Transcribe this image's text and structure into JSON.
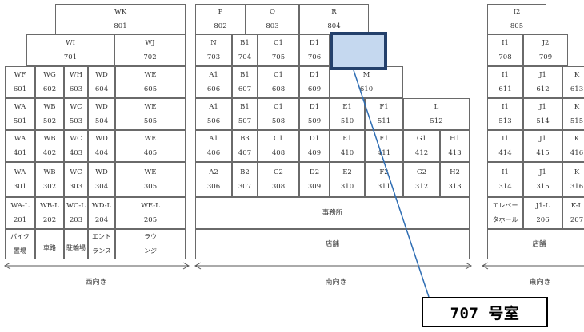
{
  "west": {
    "top_rows": [
      {
        "name": "WK",
        "num": "801"
      },
      {
        "name": "WI",
        "num": "701"
      },
      {
        "name": "WJ",
        "num": "702"
      }
    ],
    "rows": [
      {
        "names": [
          "WF",
          "WG",
          "WH",
          "WD",
          "WE"
        ],
        "nums": [
          "601",
          "602",
          "603",
          "604",
          "605"
        ]
      },
      {
        "names": [
          "WA",
          "WB",
          "WC",
          "WD",
          "WE"
        ],
        "nums": [
          "501",
          "502",
          "503",
          "504",
          "505"
        ]
      },
      {
        "names": [
          "WA",
          "WB",
          "WC",
          "WD",
          "WE"
        ],
        "nums": [
          "401",
          "402",
          "403",
          "404",
          "405"
        ]
      },
      {
        "names": [
          "WA",
          "WB",
          "WC",
          "WD",
          "WE"
        ],
        "nums": [
          "301",
          "302",
          "303",
          "304",
          "305"
        ]
      },
      {
        "names": [
          "WA-L",
          "WB-L",
          "WC-L",
          "WD-L",
          "WE-L"
        ],
        "nums": [
          "201",
          "202",
          "203",
          "204",
          "205"
        ]
      }
    ],
    "ground": [
      [
        "バイク",
        "置場"
      ],
      [
        "",
        "車路"
      ],
      [
        "",
        "駐輪場"
      ],
      [
        "エント",
        "ランス"
      ],
      [
        "ラウ",
        "ンジ"
      ]
    ],
    "direction": "西向き"
  },
  "south": {
    "top8": {
      "names": [
        "P",
        "Q",
        "R"
      ],
      "nums": [
        "802",
        "803",
        "804"
      ]
    },
    "row7": {
      "names": [
        "N",
        "B1",
        "C1",
        "D1"
      ],
      "nums": [
        "703",
        "704",
        "705",
        "706"
      ]
    },
    "row6": {
      "names": [
        "A1",
        "B1",
        "C1",
        "D1",
        "M"
      ],
      "nums": [
        "606",
        "607",
        "608",
        "609",
        "610"
      ]
    },
    "row5": {
      "names": [
        "A1",
        "B1",
        "C1",
        "D1",
        "E1",
        "F1",
        "L"
      ],
      "nums": [
        "506",
        "507",
        "508",
        "509",
        "510",
        "511",
        "512"
      ]
    },
    "row4": {
      "names": [
        "A1",
        "B3",
        "C1",
        "D1",
        "E1",
        "F1",
        "G1",
        "H1"
      ],
      "nums": [
        "406",
        "407",
        "408",
        "409",
        "410",
        "411",
        "412",
        "413"
      ]
    },
    "row3": {
      "names": [
        "A2",
        "B2",
        "C2",
        "D2",
        "E2",
        "F2",
        "G2",
        "H2"
      ],
      "nums": [
        "306",
        "307",
        "308",
        "309",
        "310",
        "311",
        "312",
        "313"
      ]
    },
    "office": "事務所",
    "shop": "店舗",
    "direction": "南向き"
  },
  "east": {
    "top8": {
      "name": "I2",
      "num": "805"
    },
    "row7": {
      "names": [
        "I1",
        "J2"
      ],
      "nums": [
        "708",
        "709"
      ]
    },
    "rows": [
      {
        "names": [
          "I1",
          "J1",
          "K"
        ],
        "nums": [
          "611",
          "612",
          "613"
        ]
      },
      {
        "names": [
          "I1",
          "J1",
          "K"
        ],
        "nums": [
          "513",
          "514",
          "515"
        ]
      },
      {
        "names": [
          "I1",
          "J1",
          "K"
        ],
        "nums": [
          "414",
          "415",
          "416"
        ]
      },
      {
        "names": [
          "I1",
          "J1",
          "K"
        ],
        "nums": [
          "314",
          "315",
          "316"
        ]
      }
    ],
    "row2": {
      "elev": [
        "エレベー",
        "タホール"
      ],
      "names": [
        "J1-L",
        "K-L"
      ],
      "nums": [
        "206",
        "207"
      ]
    },
    "shop": "店舗",
    "direction": "東向き"
  },
  "callout": {
    "label": "707 号室"
  },
  "colors": {
    "highlight_fill": "#c5d8ef",
    "highlight_border": "#24406b",
    "leader_line": "#2e6db3"
  }
}
